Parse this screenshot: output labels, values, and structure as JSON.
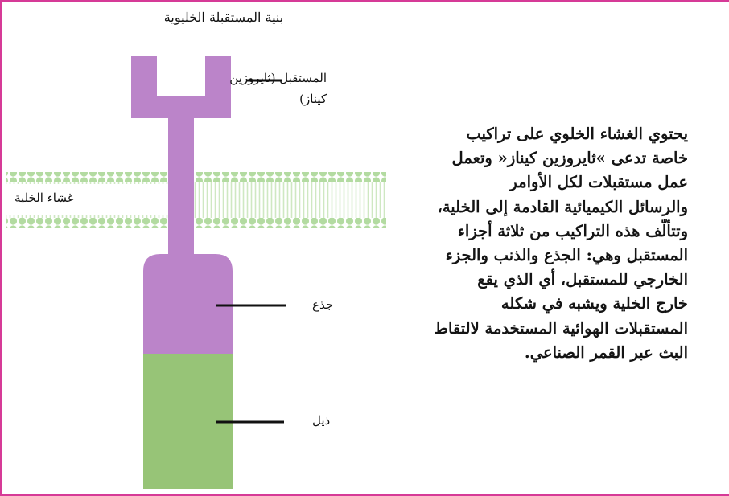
{
  "diagram": {
    "title": "بنية المستقبلة الخليوية",
    "labels": {
      "receptor_line1": "المستقبل (ثايروزين",
      "receptor_line2": "كيناز)",
      "membrane": "غشاء الخلية",
      "trunk": "جذع",
      "tail": "ذيل"
    },
    "colors": {
      "receptor": "#bb84c9",
      "tail": "#97c477",
      "membrane_dots": "#b3dba1",
      "membrane_lines": "#cfe8c2",
      "frame": "#d63a97"
    }
  },
  "paragraph": {
    "lines": [
      "يحتوي الغشاء الخلوي على تراكيب",
      "خاصة تدعى »ثايروزين كيناز« وتعمل",
      "عمل مستقبلات لكل الأوامر",
      "والرسائل الكيميائية القادمة إلى الخلية،",
      "وتتألّف هذه التراكيب من ثلاثة أجزاء",
      "المستقبل وهي: الجذع والذنب والجزء",
      "الخارجي للمستقبل، أي الذي يقع",
      "خارج الخلية ويشبه في شكله",
      "المستقبلات الهوائية المستخدمة لالتقاط",
      "البث عبر القمر الصناعي."
    ]
  }
}
